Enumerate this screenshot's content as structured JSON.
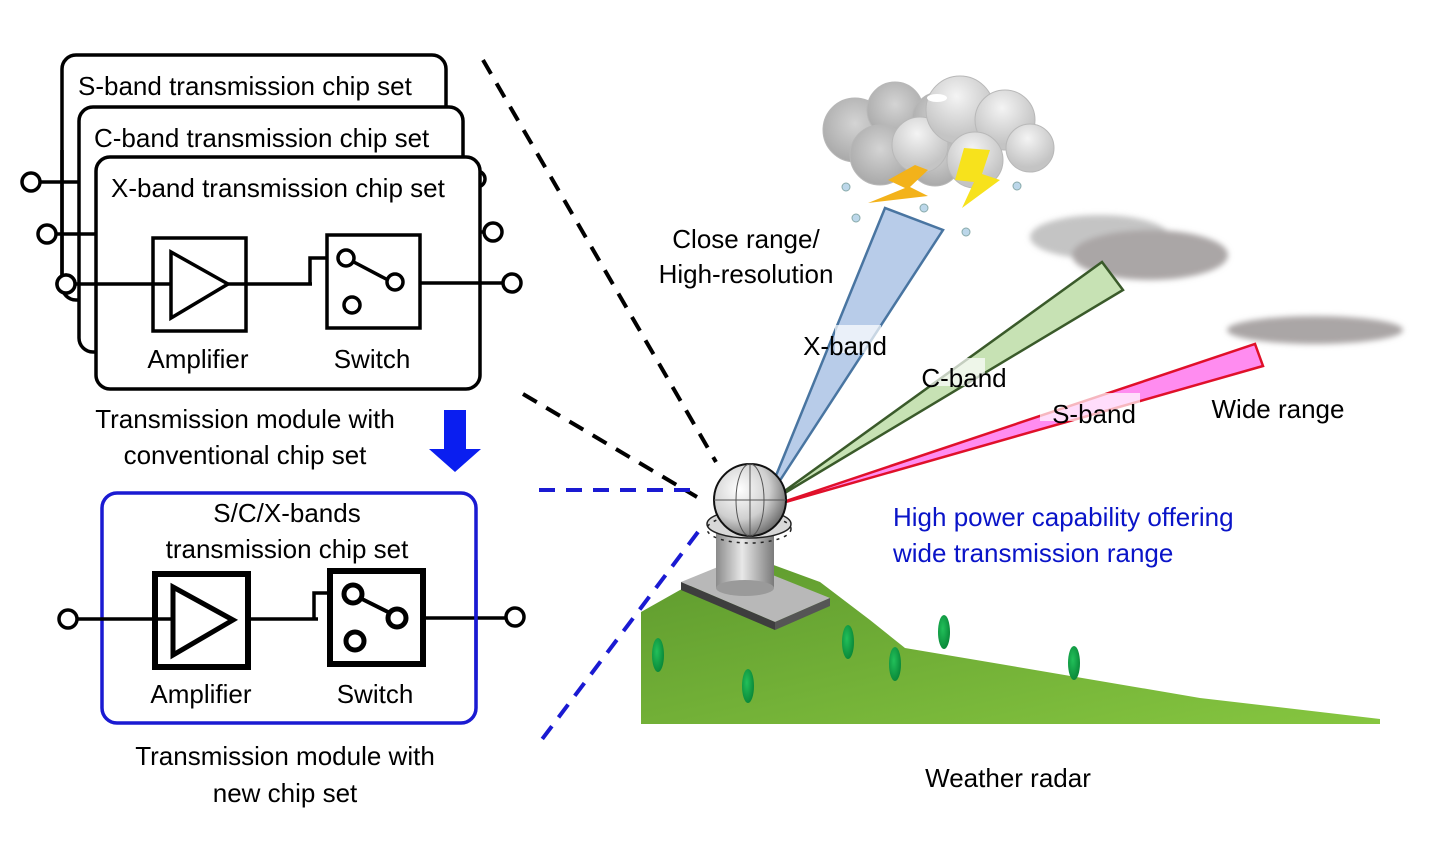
{
  "conventional_module": {
    "stack_titles": {
      "s_band": "S-band transmission chip set",
      "c_band": "C-band transmission chip set",
      "x_band": "X-band transmission chip set"
    },
    "amplifier_label": "Amplifier",
    "switch_label": "Switch",
    "caption_line1": "Transmission module with",
    "caption_line2": "conventional chip set"
  },
  "new_module": {
    "title_line1": "S/C/X-bands",
    "title_line2": "transmission chip set",
    "amplifier_label": "Amplifier",
    "switch_label": "Switch",
    "caption_line1": "Transmission module with",
    "caption_line2": "new chip set",
    "border_color": "#1a1ad2"
  },
  "radar_scene": {
    "close_range_line1": "Close range/",
    "close_range_line2": "High-resolution",
    "beams": {
      "x_band": {
        "label": "X-band",
        "fill": "#b3c8e8",
        "stroke": "#3a6a9a"
      },
      "c_band": {
        "label": "C-band",
        "fill": "#c7e2b4",
        "stroke": "#3a5a2a"
      },
      "s_band": {
        "label": "S-band",
        "fill": "#ff8cf0",
        "stroke": "#e0102a"
      }
    },
    "wide_range": "Wide range",
    "highlight_line1": "High power capability offering",
    "highlight_line2": "wide transmission range",
    "caption": "Weather radar",
    "highlight_color": "#0a14c8",
    "ground_color": "#6aa638"
  },
  "transition_arrow_color": "#0a1ef0"
}
